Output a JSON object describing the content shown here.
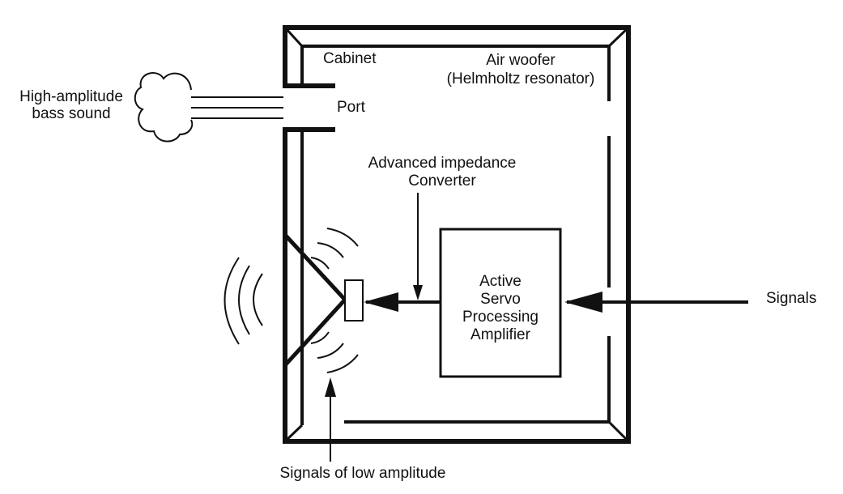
{
  "labels": {
    "cabinet": "Cabinet",
    "air_woofer_line1": "Air woofer",
    "air_woofer_line2": "(Helmholtz resonator)",
    "high_amplitude_line1": "High-amplitude",
    "high_amplitude_line2": "bass sound",
    "port": "Port",
    "converter_line1": "Advanced impedance",
    "converter_line2": "Converter",
    "amp_line1": "Active",
    "amp_line2": "Servo",
    "amp_line3": "Processing",
    "amp_line4": "Amplifier",
    "signals": "Signals",
    "low_amplitude": "Signals of low amplitude"
  }
}
